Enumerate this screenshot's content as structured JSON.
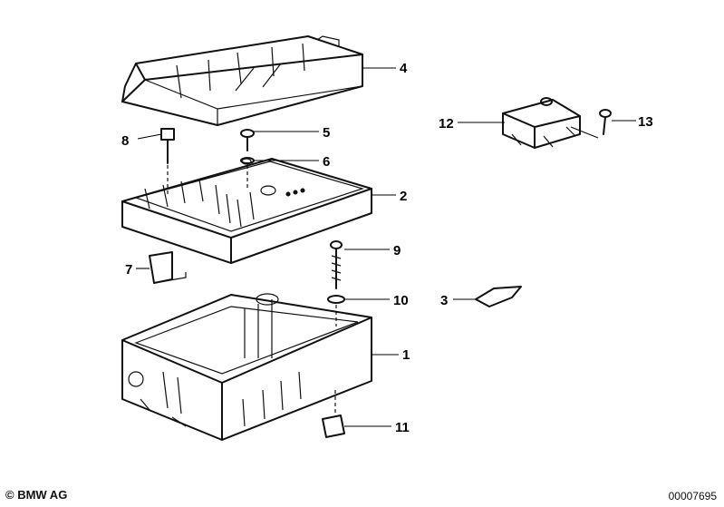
{
  "callouts": {
    "c1": "1",
    "c2": "2",
    "c3": "3",
    "c4": "4",
    "c5": "5",
    "c6": "6",
    "c7": "7",
    "c8": "8",
    "c9": "9",
    "c10": "10",
    "c11": "11",
    "c12": "12",
    "c13": "13"
  },
  "footer": {
    "copyright": "© BMW AG",
    "doc_number": "00007695"
  }
}
